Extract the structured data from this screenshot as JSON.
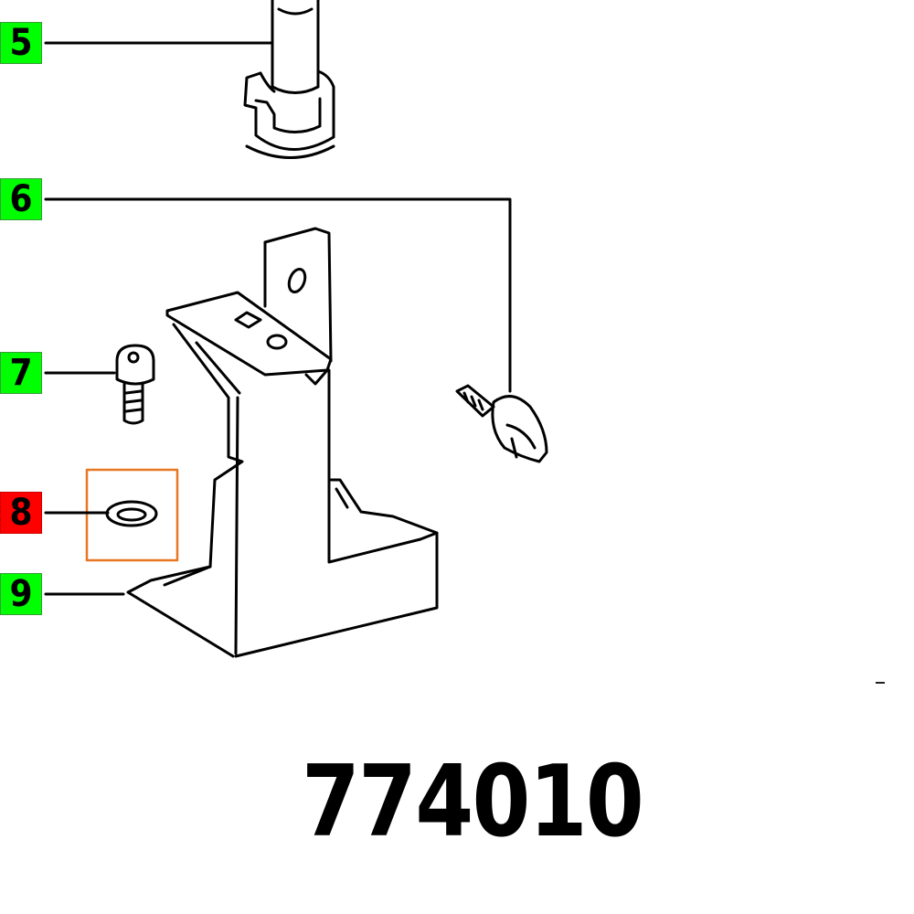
{
  "diagram": {
    "part_number": "774010",
    "callouts": [
      {
        "number": "5",
        "status": "available",
        "color": "#00ff00"
      },
      {
        "number": "6",
        "status": "available",
        "color": "#00ff00"
      },
      {
        "number": "7",
        "status": "available",
        "color": "#00ff00"
      },
      {
        "number": "8",
        "status": "highlighted",
        "color": "#ff0000"
      },
      {
        "number": "9",
        "status": "available",
        "color": "#00ff00"
      }
    ],
    "highlight_box_color": "#e87722",
    "footer_mark": "–"
  }
}
